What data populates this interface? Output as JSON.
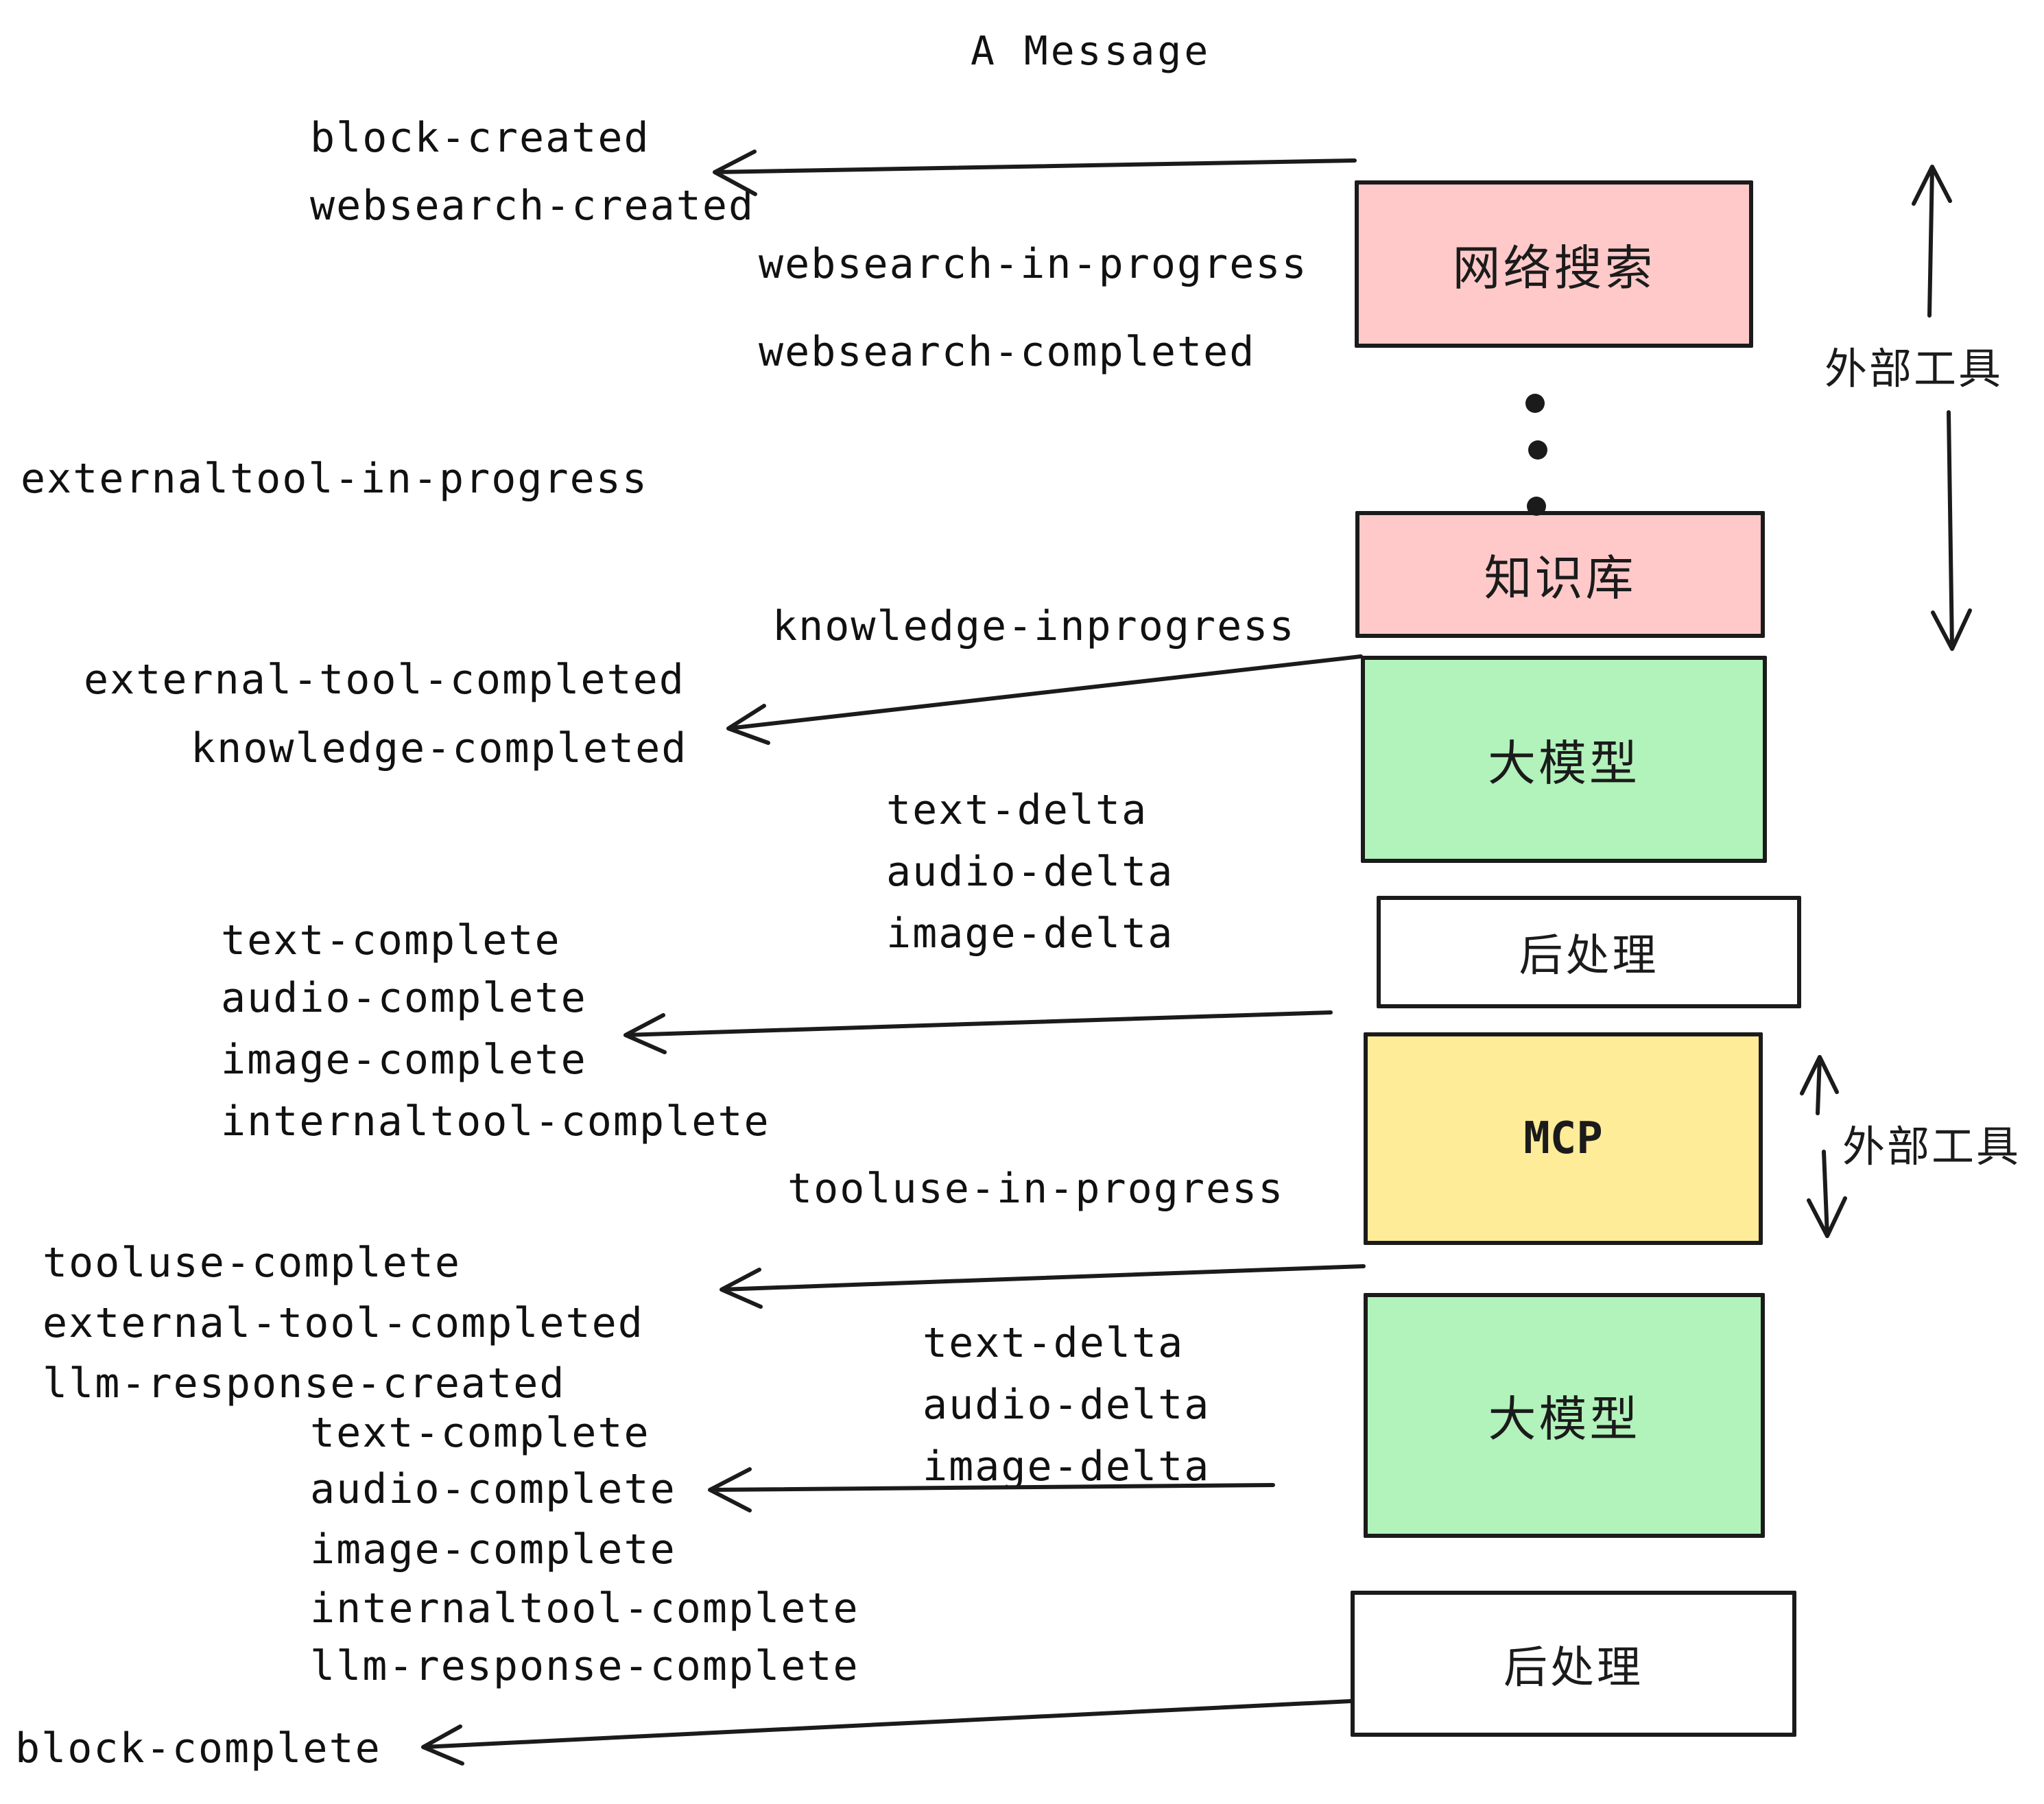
{
  "title": "A Message",
  "colors": {
    "pink": "#FFC9C9",
    "green": "#B2F2BB",
    "yellow": "#FFEC99",
    "white": "#FFFFFF",
    "ink": "#1b1b1b"
  },
  "boxes": [
    {
      "id": "websearch",
      "label": "网络搜索"
    },
    {
      "id": "knowledge",
      "label": "知识库"
    },
    {
      "id": "llm-1",
      "label": "大模型"
    },
    {
      "id": "post-1",
      "label": "后处理"
    },
    {
      "id": "mcp",
      "label": "MCP"
    },
    {
      "id": "llm-2",
      "label": "大模型"
    },
    {
      "id": "post-2",
      "label": "后处理"
    }
  ],
  "side_labels": [
    {
      "text": "外部工具"
    },
    {
      "text": "外部工具"
    }
  ],
  "events": [
    {
      "text": "block-created"
    },
    {
      "text": "websearch-created"
    },
    {
      "text": "websearch-in-progress"
    },
    {
      "text": "websearch-completed"
    },
    {
      "text": "externaltool-in-progress"
    },
    {
      "text": "knowledge-inprogress"
    },
    {
      "text": "external-tool-completed"
    },
    {
      "text": "knowledge-completed"
    },
    {
      "text": "text-delta"
    },
    {
      "text": "audio-delta"
    },
    {
      "text": "image-delta"
    },
    {
      "text": "text-complete"
    },
    {
      "text": "audio-complete"
    },
    {
      "text": "image-complete"
    },
    {
      "text": "internaltool-complete"
    },
    {
      "text": "tooluse-in-progress"
    },
    {
      "text": "tooluse-complete"
    },
    {
      "text": "external-tool-completed"
    },
    {
      "text": "llm-response-created"
    },
    {
      "text": "text-complete"
    },
    {
      "text": "audio-complete"
    },
    {
      "text": "image-complete"
    },
    {
      "text": "internaltool-complete"
    },
    {
      "text": "llm-response-complete"
    },
    {
      "text": "text-delta"
    },
    {
      "text": "audio-delta"
    },
    {
      "text": "image-delta"
    },
    {
      "text": "block-complete"
    }
  ]
}
